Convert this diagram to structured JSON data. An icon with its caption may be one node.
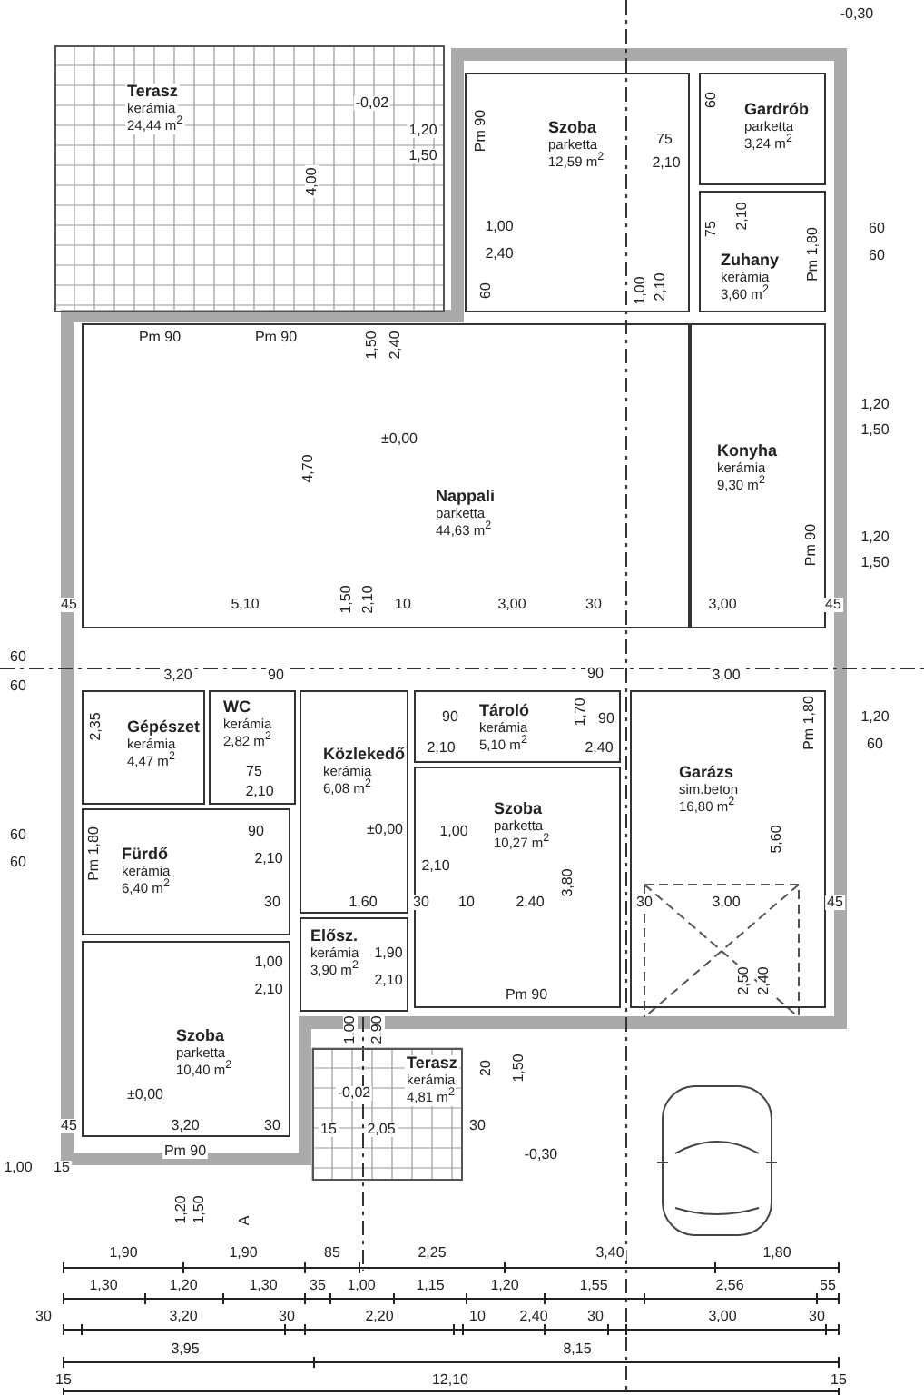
{
  "diagram": {
    "nodes": [
      {
        "text": [
          "Terasz",
          "kerámia",
          "24,44 m$^{2}$"
        ]
      },
      {
        "text": [
          "Szoba",
          "parketta",
          "12,59 m$^{2}$"
        ]
      },
      {
        "text": [
          "Gardrób",
          "parketta",
          "3,24 m$^{2}$"
        ]
      },
      {
        "text": [
          "Zuhany",
          "kerámia",
          "3,60 m$^{2}$"
        ]
      },
      {
        "text": [
          "Nappali",
          "parketta",
          "44,63 m$^{2}$"
        ]
      },
      {
        "text": [
          "Konyha",
          "kerámia",
          "9,30 m$^{2}$"
        ]
      },
      {
        "text": [
          "Gépészet",
          "kerámia",
          "4,47 m$^{2}$"
        ]
      },
      {
        "text": [
          "WC",
          "kerámia",
          "2,82 m$^{2}$"
        ]
      },
      {
        "text": [
          "Közlekedő",
          "kerámia",
          "6,08 m$^{2}$"
        ]
      },
      {
        "text": [
          "Tároló",
          "kerámia",
          "5,10 m$^{2}$"
        ]
      },
      {
        "text": [
          "Szoba",
          "parketta",
          "10,27 m$^{2}$"
        ]
      },
      {
        "text": [
          "Garázs",
          "sim.beton",
          "16,80 m$^{2}$"
        ]
      },
      {
        "text": [
          "Fürdő",
          "kerámia",
          "6,40 m$^{2}$"
        ]
      },
      {
        "text": [
          "Elősz.",
          "kerámia",
          "3,90 m$^{2}$"
        ]
      },
      {
        "text": [
          "Szoba",
          "parketta",
          "10,40 m$^{2}$"
        ]
      },
      {
        "text": [
          "Terasz",
          "kerámia",
          "4,81 m$^{2}$"
        ]
      }
    ],
    "labels": [
      "-0,30",
      "-0,02",
      "1,20",
      "1,50",
      "Pm 90",
      "60",
      "75",
      "2,10",
      "4,00",
      "75",
      "2,10",
      "Pm 1,80",
      "60",
      "60",
      "1,00",
      "2,40",
      "60",
      "1,00",
      "2,10",
      "Pm 90",
      "Pm 90",
      "1,50",
      "2,40",
      "±0,00",
      "4,70",
      "1,20",
      "1,50",
      "1,20",
      "1,50",
      "Pm 90",
      "45",
      "5,10",
      "1,50",
      "2,10",
      "10",
      "3,00",
      "30",
      "3,00",
      "45",
      "60",
      "60",
      "3,20",
      "90",
      "90",
      "3,00",
      "2,35",
      "90",
      "2,10",
      "1,70",
      "90",
      "2,40",
      "1,20",
      "60",
      "Pm 1,80",
      "75",
      "2,10",
      "60",
      "60",
      "Pm 1,80",
      "90",
      "2,10",
      "±0,00",
      "1,00",
      "2,10",
      "5,60",
      "30",
      "1,60",
      "30",
      "10",
      "2,40",
      "3,80",
      "30",
      "3,00",
      "45",
      "1,00",
      "2,10",
      "1,90",
      "2,10",
      "Pm 90",
      "2,50",
      "2,40",
      "1,00",
      "2,90",
      "±0,00",
      "45",
      "3,20",
      "30",
      "15",
      "2,05",
      "30",
      "Pm 90",
      "-0,02",
      "20",
      "1,50",
      "-0,30",
      "1,00",
      "15",
      "1,20",
      "1,50",
      "A",
      "1,90",
      "1,90",
      "85",
      "2,25",
      "3,40",
      "1,80",
      "1,30",
      "1,20",
      "1,30",
      "35",
      "1,00",
      "1,15",
      "1,20",
      "1,55",
      "2,56",
      "55",
      "30",
      "3,20",
      "30",
      "2,20",
      "10",
      "2,40",
      "30",
      "3,00",
      "30",
      "3,95",
      "8,15",
      "15",
      "12,10",
      "15"
    ]
  }
}
